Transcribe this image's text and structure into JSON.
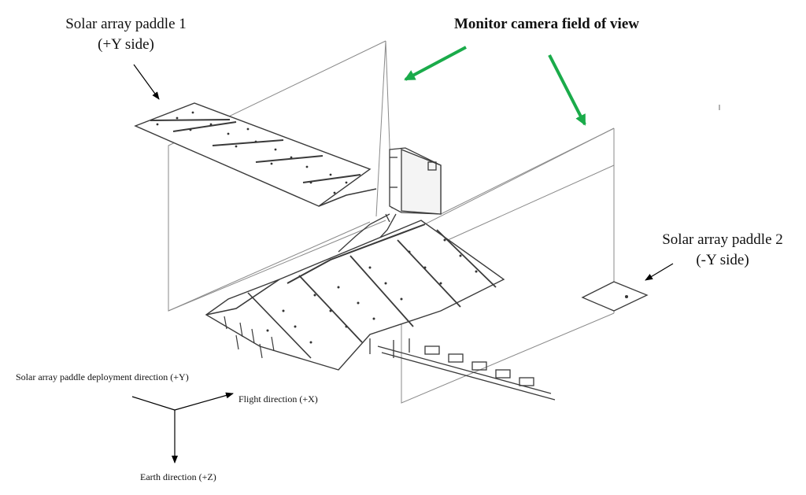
{
  "labels": {
    "paddle1_line1": "Solar array paddle 1",
    "paddle1_line2": "(+Y side)",
    "camera_title": "Monitor camera field of view",
    "paddle2_line1": "Solar array paddle 2",
    "paddle2_line2": "(-Y side)",
    "axis_y": "Solar array paddle deployment direction (+Y)",
    "axis_x": "Flight direction (+X)",
    "axis_z": "Earth direction (+Z)"
  },
  "colors": {
    "field_of_view_arrows": "#1aab4a",
    "line_art": "#555555",
    "label_arrows": "#000000"
  }
}
